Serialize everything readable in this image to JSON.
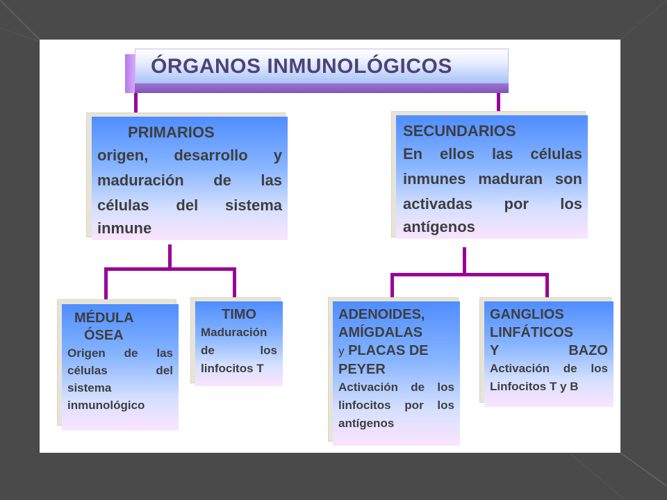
{
  "title": "ÓRGANOS INMUNOLÓGICOS",
  "primarios": {
    "heading": "PRIMARIOS",
    "lines": [
      "origen, desarrollo y",
      "maduración de las",
      "células del sistema",
      "inmune"
    ]
  },
  "secundarios": {
    "heading": "SECUNDARIOS",
    "lines": [
      "En ellos las células",
      "inmunes maduran son",
      "activadas por los",
      "antígenos"
    ]
  },
  "medula": {
    "heading_lines": [
      "MÉDULA",
      "ÓSEA"
    ],
    "lines": [
      "Origen de las",
      "células del",
      "sistema",
      "inmunológico"
    ]
  },
  "timo": {
    "heading": "TIMO",
    "lines": [
      "Maduración",
      "de los",
      "linfocitos T"
    ]
  },
  "adenoides": {
    "heading_lines": [
      "ADENOIDES,",
      "AMÍGDALAS"
    ],
    "connector_word": "y",
    "heading_cont": "PLACAS DE",
    "heading_last": "PEYER",
    "lines": [
      "Activación de los",
      "linfocitos por los",
      "antígenos"
    ]
  },
  "ganglios": {
    "heading_lines": [
      "GANGLIOS",
      "LINFÁTICOS"
    ],
    "heading_split": [
      "Y",
      "BAZO"
    ],
    "lines": [
      "Activación de los",
      "Linfocitos T y B"
    ]
  }
}
